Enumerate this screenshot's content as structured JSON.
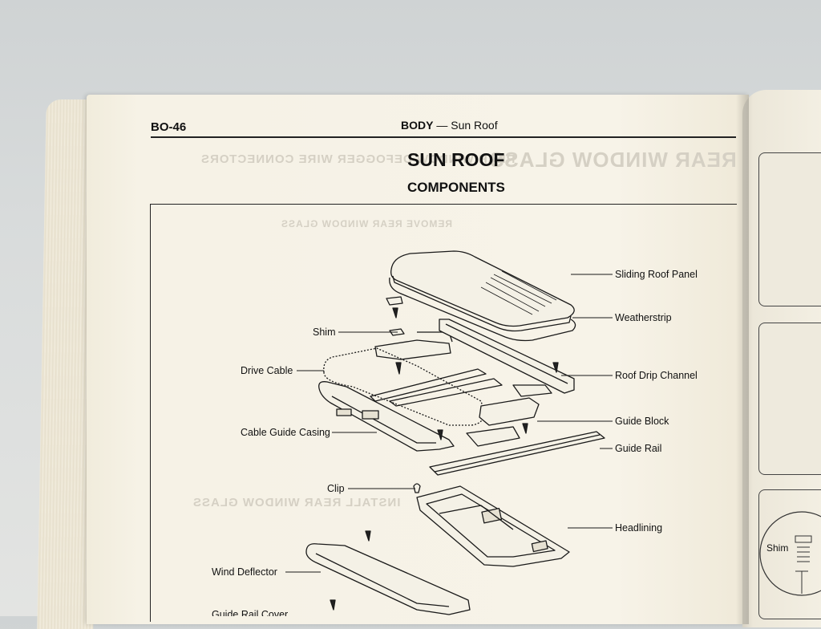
{
  "page": {
    "code": "BO-46",
    "section": "BODY",
    "separator": "—",
    "section_subtitle": "Sun Roof",
    "title": "SUN ROOF",
    "subtitle": "COMPONENTS"
  },
  "callouts": {
    "sliding_roof_panel": "Sliding Roof Panel",
    "weatherstrip": "Weatherstrip",
    "shim": "Shim",
    "drive_cable": "Drive Cable",
    "roof_drip_channel": "Roof Drip Channel",
    "guide_block": "Guide Block",
    "cable_guide_casing": "Cable Guide Casing",
    "guide_rail": "Guide Rail",
    "clip": "Clip",
    "headlining": "Headlining",
    "wind_deflector": "Wind Deflector",
    "guide_rail_cover": "Guide Rail Cover"
  },
  "show_through_text": {
    "line1": "REAR WINDOW DEFOGGER WIRE CONNECTORS",
    "line2": "REAR WINDOW GLASS",
    "line3": "REMOVE REAR WINDOW GLASS",
    "line4": "INSTALL REAR WINDOW GLASS"
  },
  "right_page": {
    "shim_label": "Shim"
  }
}
